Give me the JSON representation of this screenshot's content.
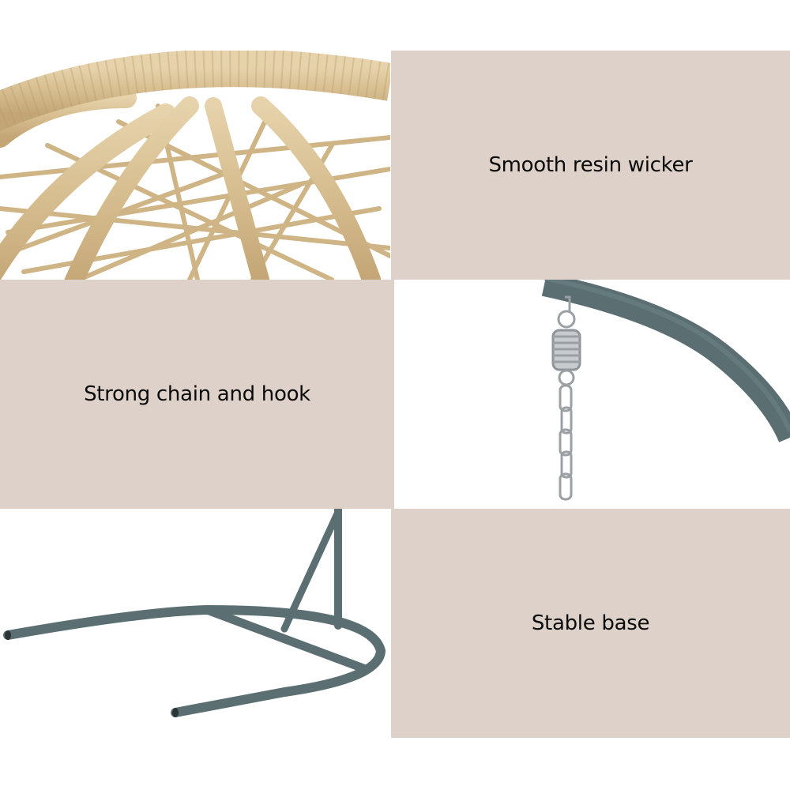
{
  "colors": {
    "panel_beige": "#ddd1c9",
    "background": "#ffffff",
    "wicker": "#d9bf91",
    "frame_grey": "#5b6f72",
    "caption_text": "#0a0a0a"
  },
  "panels": [
    {
      "position": "row1-left",
      "type": "photo",
      "subject": "resin wicker weave close-up"
    },
    {
      "position": "row1-right",
      "type": "caption",
      "text": "Smooth resin wicker"
    },
    {
      "position": "row2-left",
      "type": "caption",
      "text": "Strong chain and hook"
    },
    {
      "position": "row2-right",
      "type": "photo",
      "subject": "spring, hook and chain hanging from grey arm"
    },
    {
      "position": "row3-left",
      "type": "photo",
      "subject": "grey steel U-shaped stand base"
    },
    {
      "position": "row3-right",
      "type": "caption",
      "text": "Stable base"
    }
  ]
}
